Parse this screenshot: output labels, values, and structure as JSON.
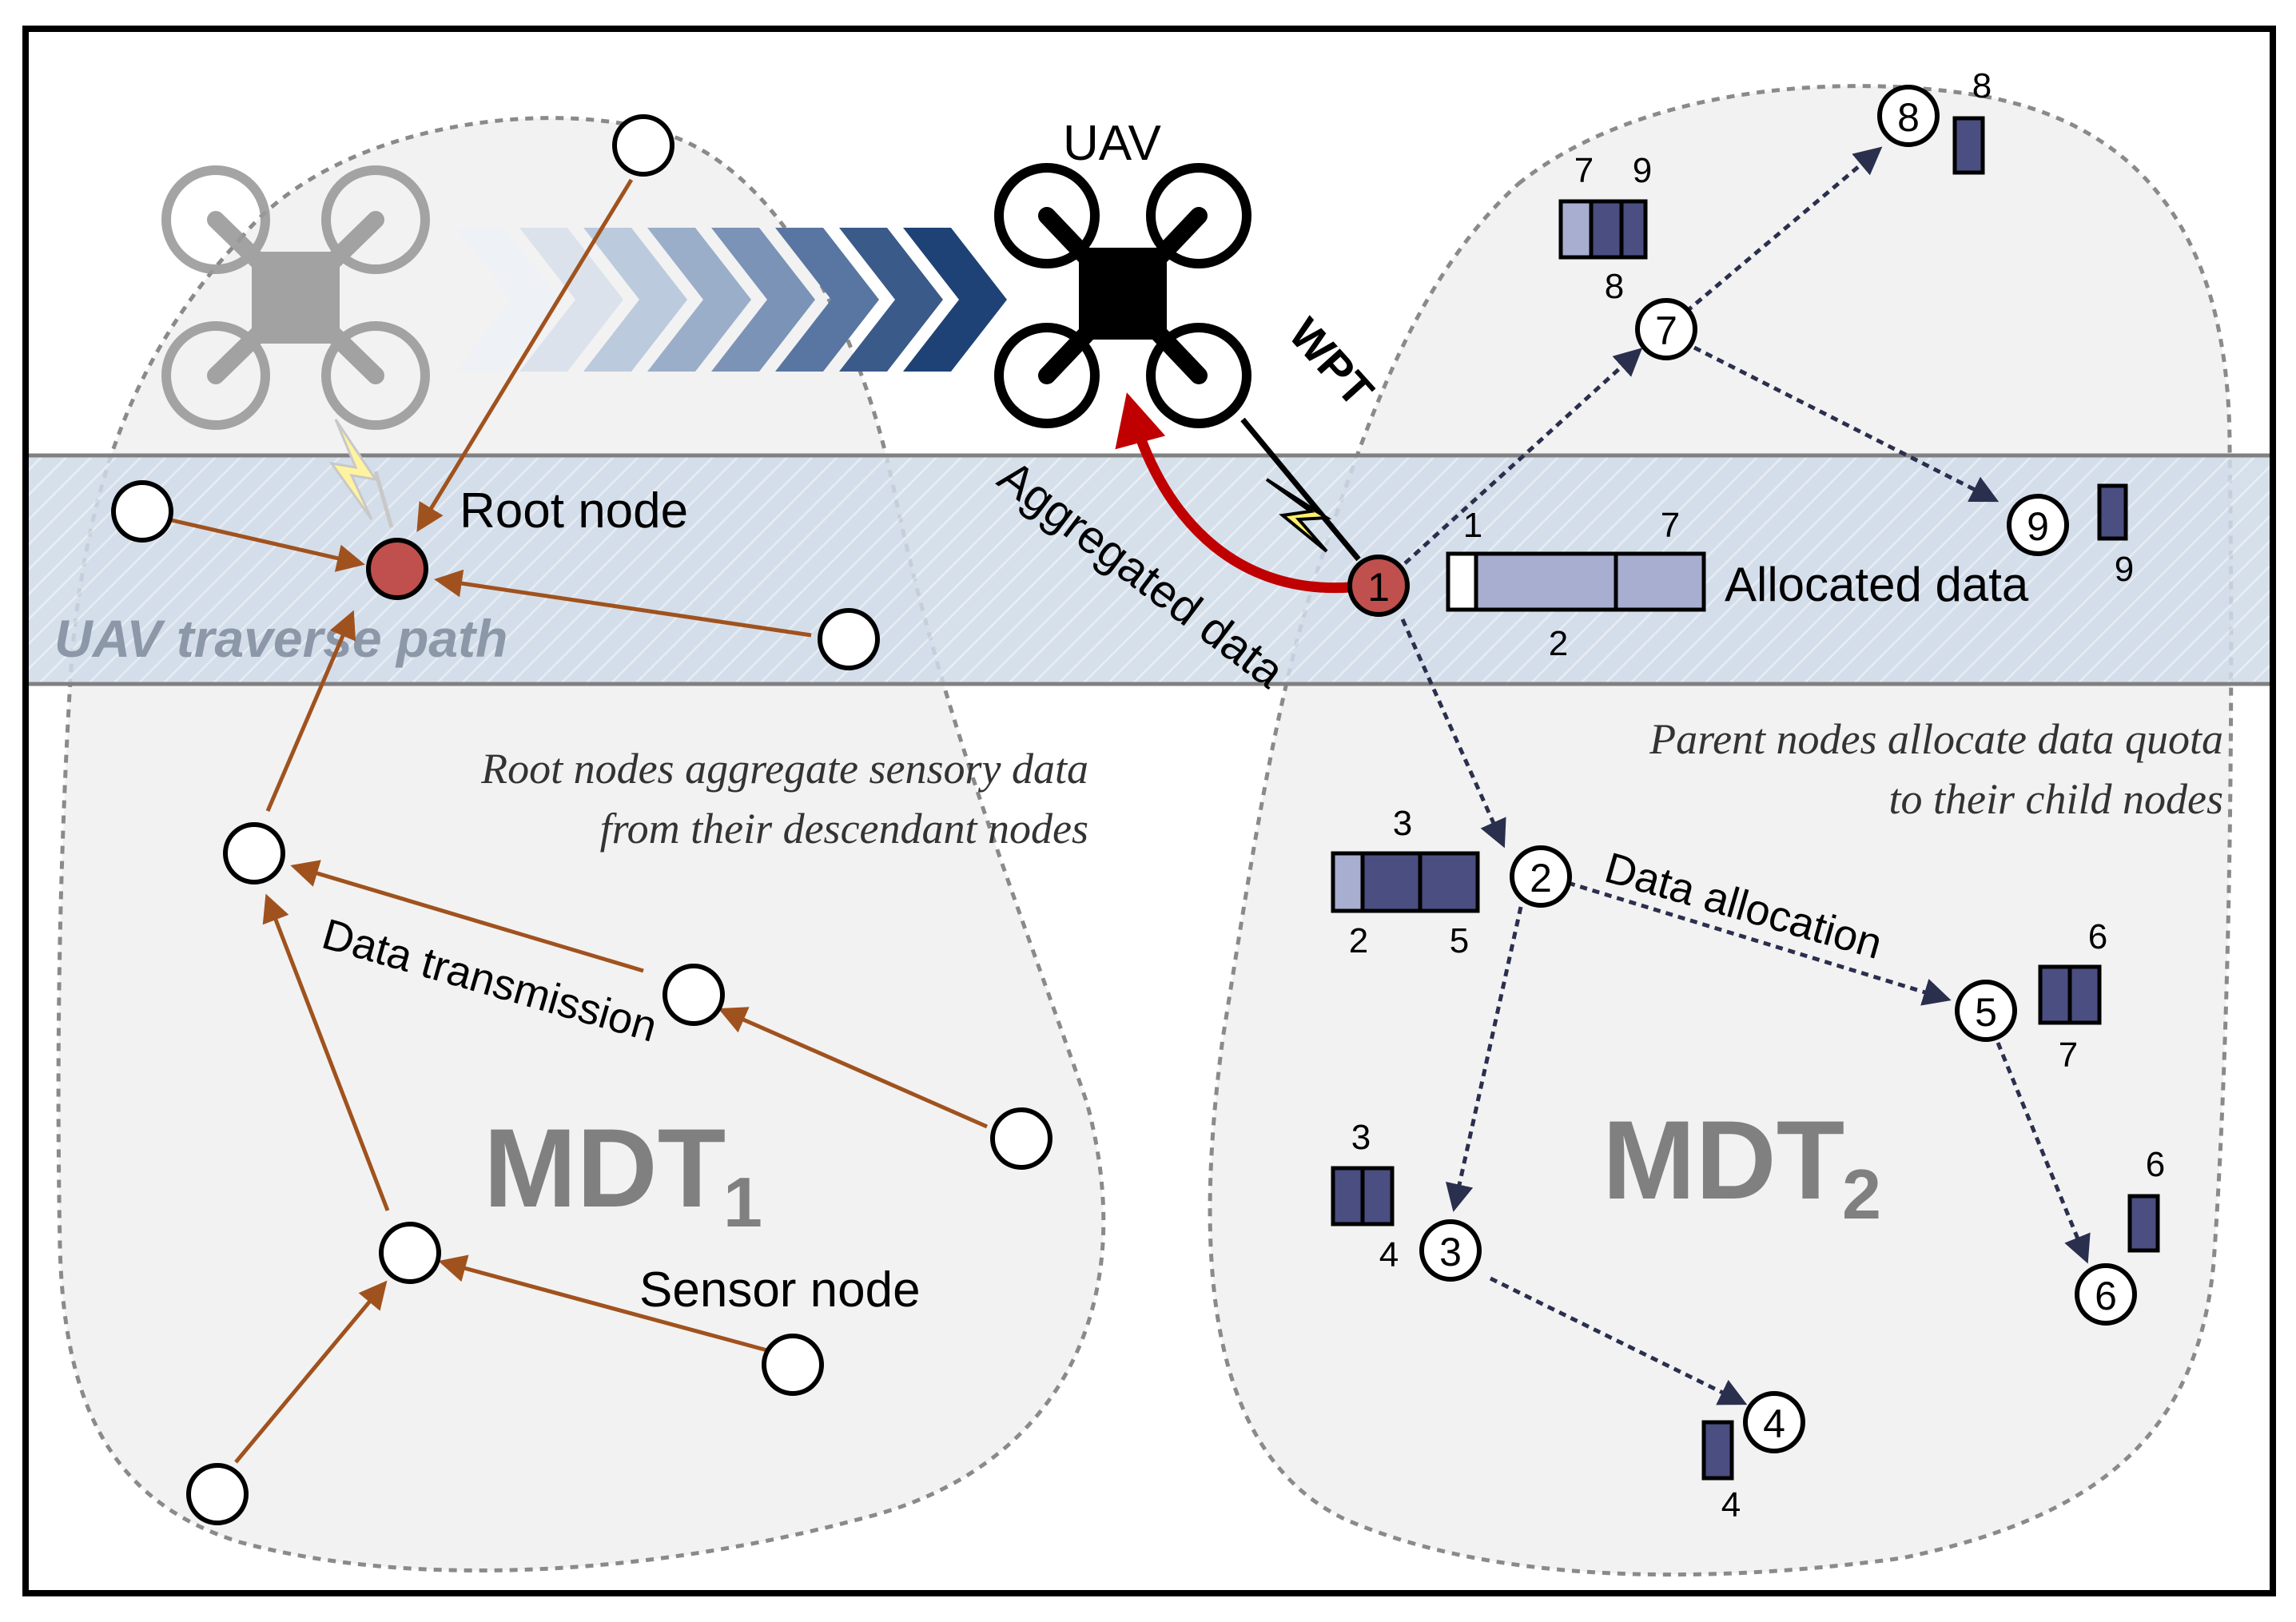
{
  "labels": {
    "uav": "UAV",
    "wpt": "WPT",
    "root_node": "Root node",
    "uav_traverse_path": "UAV traverse path",
    "aggregated_data": "Aggregated data",
    "allocated_data": "Allocated data",
    "mdt1_main": "MDT",
    "mdt1_sub": "1",
    "mdt2_main": "MDT",
    "mdt2_sub": "2",
    "data_transmission": "Data transmission",
    "sensor_node": "Sensor node",
    "data_allocation": "Data allocation",
    "note_mdt1_line1": "Root nodes aggregate sensory data",
    "note_mdt1_line2": "from their descendant nodes",
    "note_mdt2_line1": "Parent nodes allocate data quota",
    "note_mdt2_line2": "to their child nodes"
  },
  "mdt2_nodes": [
    "1",
    "2",
    "3",
    "4",
    "5",
    "6",
    "7",
    "8",
    "9"
  ],
  "quota_labels": {
    "n1_top_left": "1",
    "n1_top_right": "7",
    "n1_bottom": "2",
    "n7_top_left": "7",
    "n7_top_right": "9",
    "n7_bottom": "8",
    "n8_top": "8",
    "n9_bottom": "9",
    "n2_top": "3",
    "n2_bottom_left": "2",
    "n2_bottom_right": "5",
    "n5_top": "6",
    "n5_bottom": "7",
    "n3_top": "3",
    "n3_side": "4",
    "n6_top": "6",
    "n4_bottom": "4"
  },
  "colors": {
    "root_node_fill": "#c0504d",
    "transmission_arrow": "#a0521e",
    "allocation_arrow": "#2b2f4e",
    "aggregated_arrow": "#c00000",
    "path_band": "#c9d6e6",
    "bar_dark": "#4a4e80",
    "bar_light": "#a8aed0",
    "mdt_label": "#808080"
  }
}
